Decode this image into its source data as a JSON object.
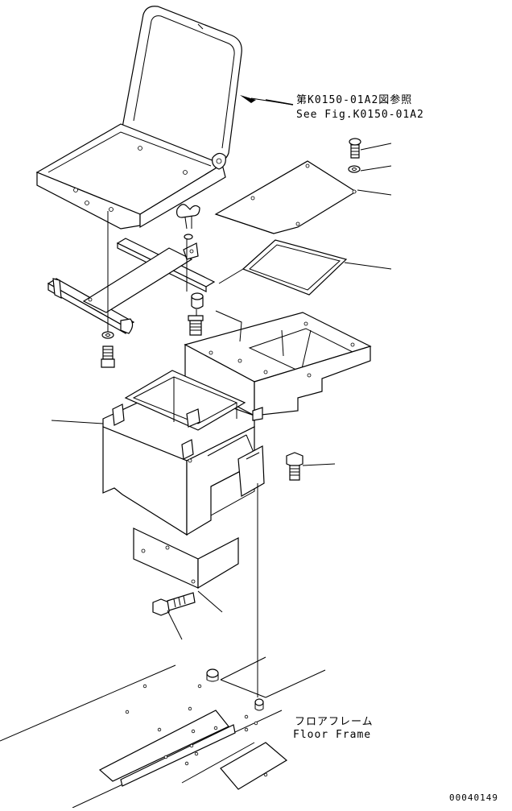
{
  "labels": {
    "ref_line1": "第K0150-01A2図参照",
    "ref_line2": "See Fig.K0150-01A2",
    "floor_jp": "フロアフレーム",
    "floor_en": "Floor Frame",
    "drawing_no": "00040149"
  }
}
